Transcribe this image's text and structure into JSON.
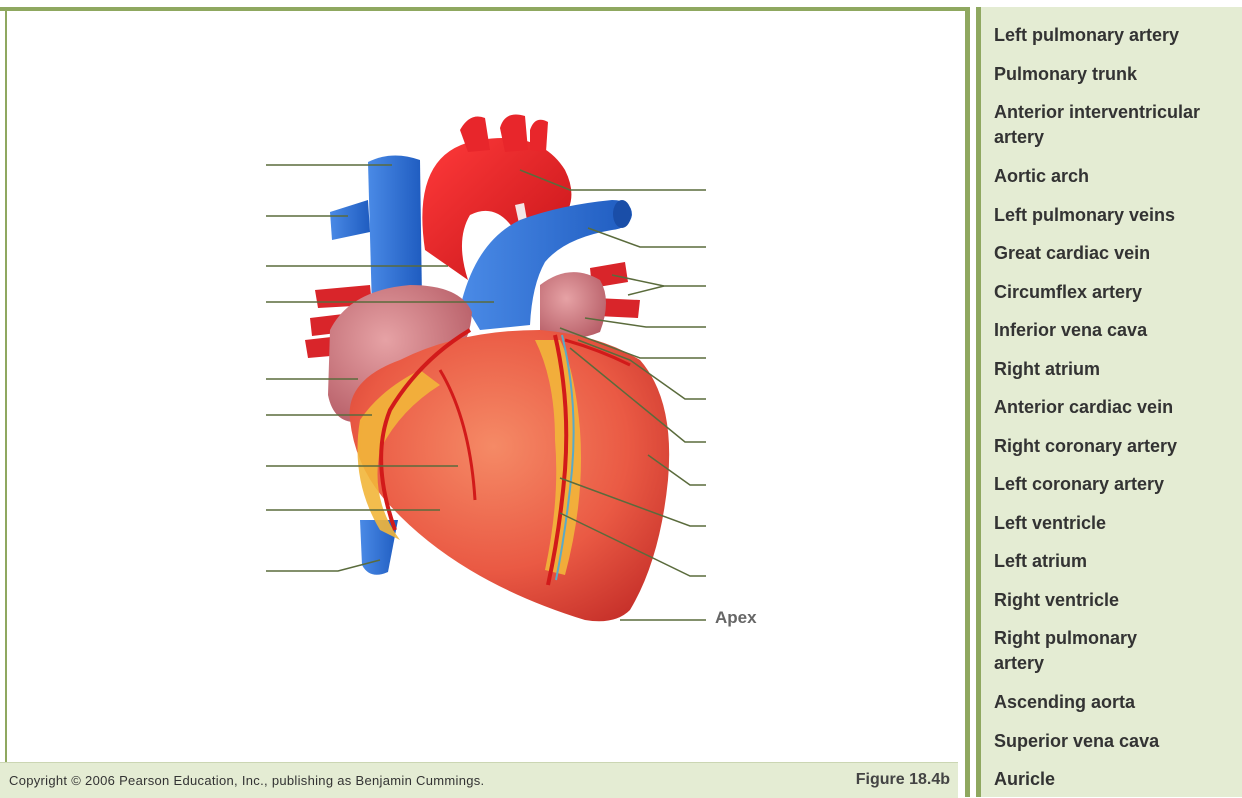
{
  "figure": {
    "apex_label": "Apex",
    "copyright": "Copyright © 2006 Pearson Education, Inc., publishing as Benjamin Cummings.",
    "figure_number": "Figure 18.4b",
    "blank_label_count": 19
  },
  "labels": [
    "Left pulmonary artery",
    "Pulmonary trunk",
    "Anterior interventricular artery",
    "Aortic arch",
    "Left pulmonary veins",
    "Great cardiac vein",
    "Circumflex artery",
    "Inferior vena cava",
    "Right atrium",
    "Anterior cardiac vein",
    "Right coronary artery",
    "Left coronary artery",
    "Left ventricle",
    "Left atrium",
    "Right ventricle",
    "Right pulmonary artery",
    "Ascending aorta",
    "Superior vena cava",
    "Auricle"
  ],
  "colors": {
    "accent_green": "#8fa860",
    "panel_bg": "#e4ecd3",
    "leader_line": "#5a6b3c",
    "blood_red": "#e0302a",
    "vein_blue": "#2f6fd0",
    "fat_yellow": "#f2b63a"
  }
}
